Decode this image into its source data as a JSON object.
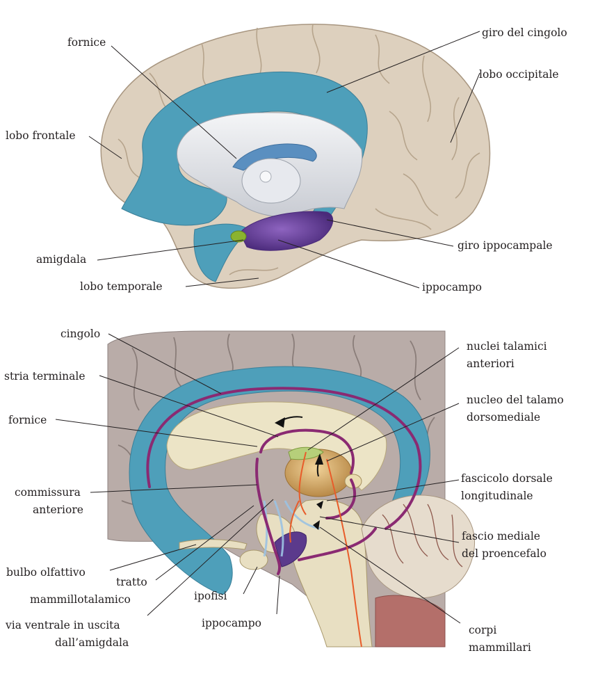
{
  "top_panel": {
    "labels": {
      "fornice": "fornice",
      "giro_del_cingolo": "giro del cingolo",
      "lobo_occipitale": "lobo occipitale",
      "lobo_frontale": "lobo frontale",
      "amigdala": "amigdala",
      "giro_ippocampale": "giro ippocampale",
      "lobo_temporale": "lobo temporale",
      "ippocampo": "ippocampo"
    }
  },
  "bottom_panel": {
    "labels": {
      "cingolo": "cingolo",
      "stria_terminale": "stria terminale",
      "fornice": "fornice",
      "commissura_1": "commissura",
      "commissura_2": "anteriore",
      "bulbo_olfattivo": "bulbo olfattivo",
      "tratto_1": "tratto",
      "tratto_2": "mammillotalamico",
      "via_1": "via ventrale in uscita",
      "via_2": "dall’amigdala",
      "ipofisi": "ipofisi",
      "ippocampo": "ippocampo",
      "nuclei_1": "nuclei talamici",
      "nuclei_2": "anteriori",
      "nucleo_1": "nucleo del talamo",
      "nucleo_2": "dorsomediale",
      "fascicolo_1": "fascicolo dorsale",
      "fascicolo_2": "longitudinale",
      "fascio_1": "fascio mediale",
      "fascio_2": "del proencefalo",
      "corpi_1": "corpi",
      "corpi_2": "mammillari"
    }
  },
  "colors": {
    "cortex": "#ddd0be",
    "cortex_dark_bottom": "#b9aca8",
    "limbic_blue": "#4e9fba",
    "limbic_blue_dark": "#3b7f98",
    "hippocampus_purple": "#5b3a8c",
    "amygdala_green": "#8ab32e",
    "tract_magenta": "#8a2a72",
    "tract_orange": "#e85c2a",
    "thalamus": "#d7b37a",
    "cerebellum": "#e6dccd"
  }
}
